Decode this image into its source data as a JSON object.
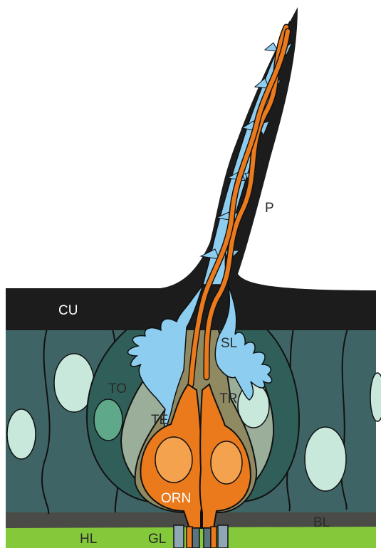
{
  "colors": {
    "cuticle": "#1c1c1c",
    "epidermis": "#3f6465",
    "nucleus_pale": "#c8e8dc",
    "nucleus_green": "#5fa98a",
    "tormogen": "#2f5f58",
    "trichogen": "#9aae9a",
    "thecogen": "#8f8a62",
    "sensillum_lymph": "#8ccdf0",
    "orn": "#ea7a1c",
    "orn_nucleus": "#f4a24e",
    "basal_lamina": "#4a4a46",
    "hemolymph": "#84c93a",
    "glia": "#8fa6b5"
  },
  "labels": {
    "cu": "CU",
    "p": "P",
    "sl": "SL",
    "to": "TO",
    "tr": "TR",
    "te": "TE",
    "orn": "ORN",
    "bl": "BL",
    "hl": "HL",
    "gl": "GL"
  }
}
